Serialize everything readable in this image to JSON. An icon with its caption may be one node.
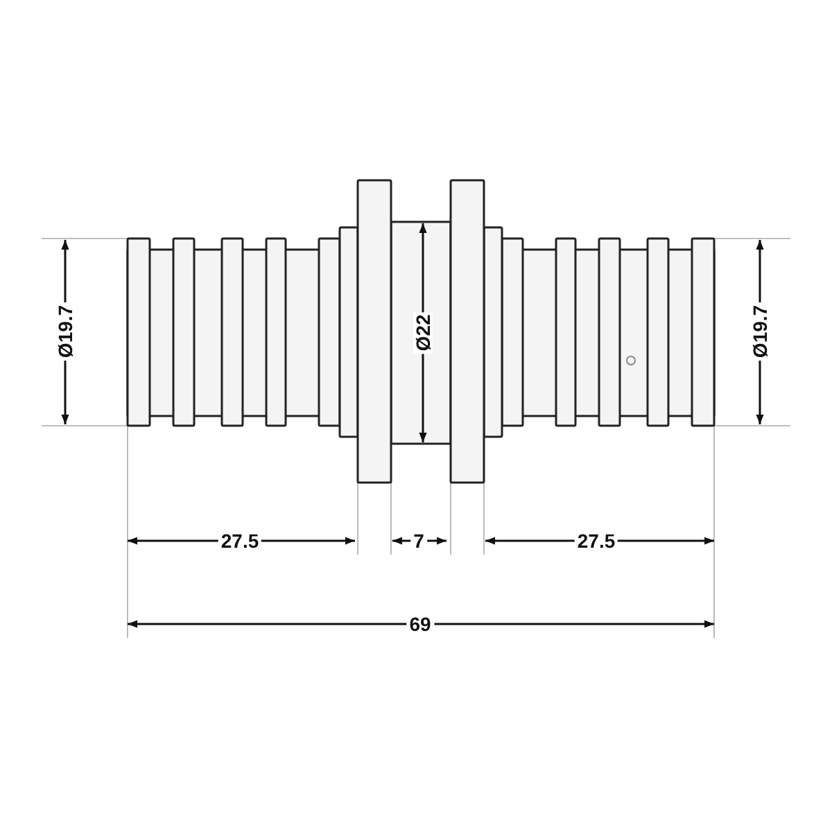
{
  "diagram": {
    "labels": [
      "Ø19.7",
      "Ø22",
      "Ø19.7",
      "27.5",
      "7",
      "27.5",
      "69"
    ]
  }
}
